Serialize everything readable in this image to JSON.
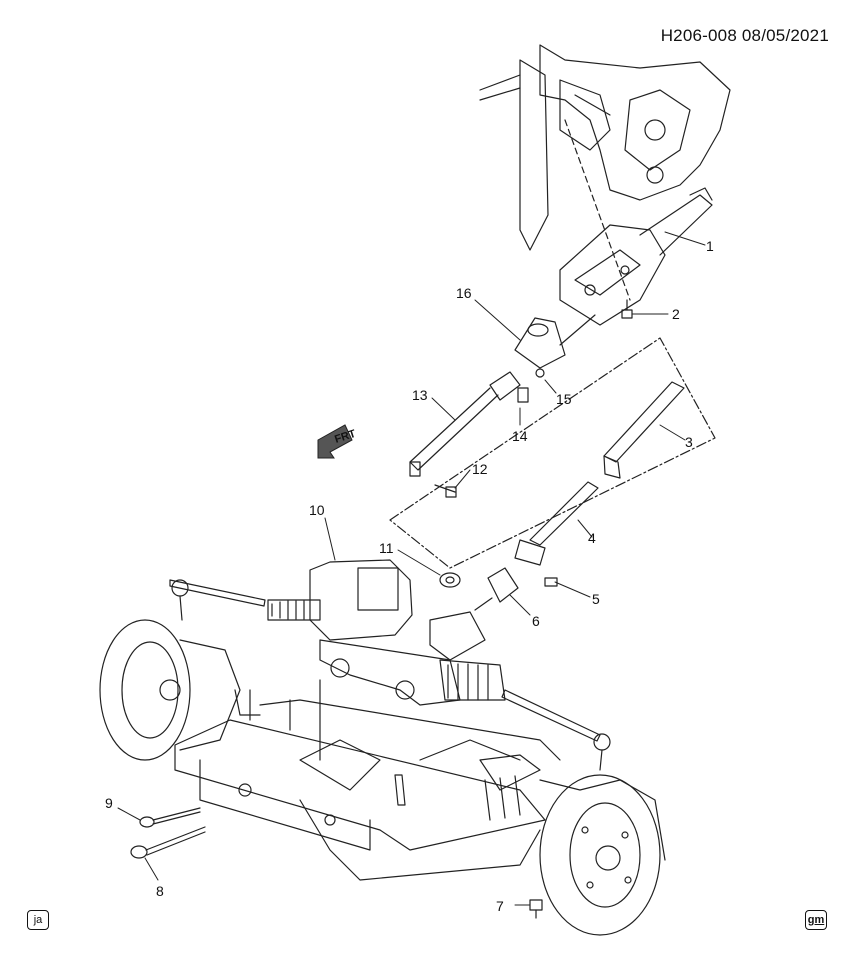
{
  "header": {
    "diagram_code": "H206-008",
    "date": "08/05/2021"
  },
  "orientation_label": "FRT",
  "callouts": [
    "1",
    "2",
    "3",
    "4",
    "5",
    "6",
    "7",
    "8",
    "9",
    "10",
    "11",
    "12",
    "13",
    "14",
    "15",
    "16"
  ],
  "footer": {
    "left_badge": "ja",
    "right_badge": "gm"
  }
}
